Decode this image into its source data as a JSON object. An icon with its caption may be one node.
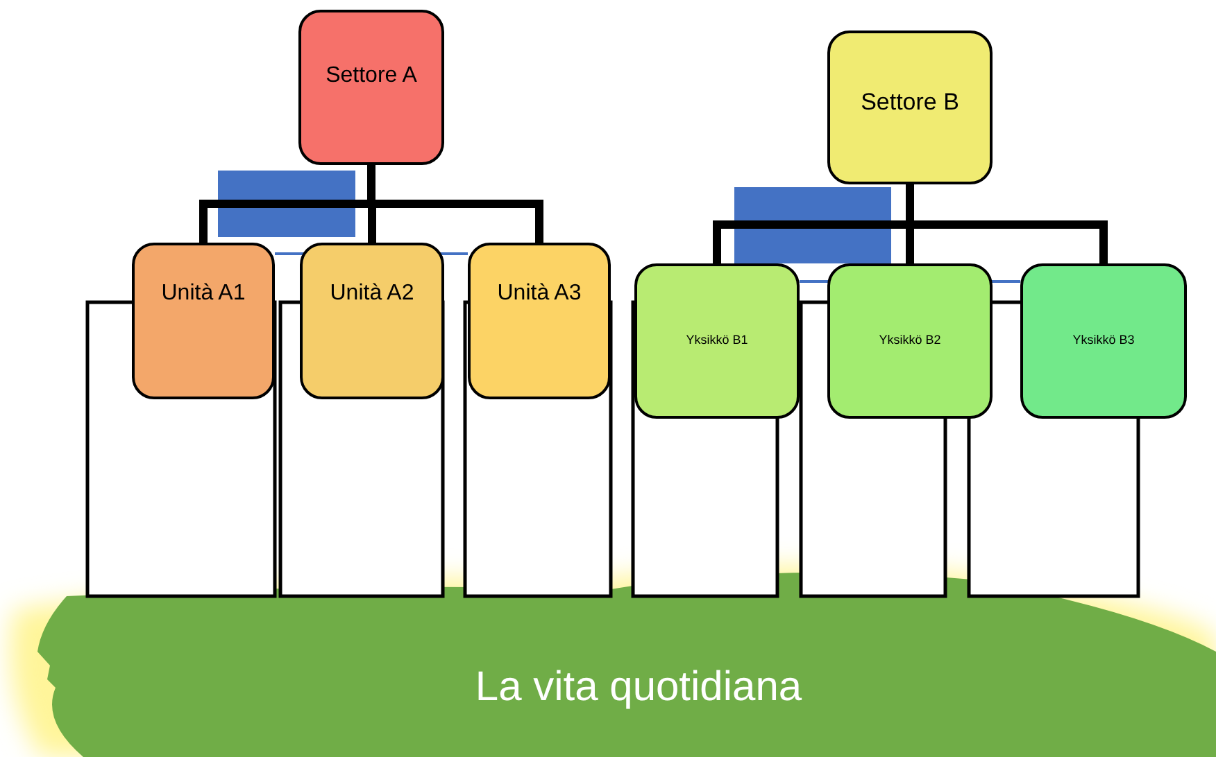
{
  "diagram": {
    "nodes": [
      {
        "text": [
          "Settore A"
        ]
      },
      {
        "text": [
          "Unità A1"
        ]
      },
      {
        "text": [
          "Unità A2"
        ]
      },
      {
        "text": [
          "Unità A3"
        ]
      },
      {
        "text": [
          "Settore B"
        ]
      },
      {
        "text": [
          "Yksikkö B1"
        ]
      },
      {
        "text": [
          "Yksikkö B2"
        ]
      },
      {
        "text": [
          "Yksikkö B3"
        ]
      },
      {
        "text": [
          "La vita quotidiana"
        ]
      }
    ],
    "edges": [
      {
        "from": 0,
        "to": 1,
        "arrow": "none"
      },
      {
        "from": 0,
        "to": 2,
        "arrow": "none"
      },
      {
        "from": 0,
        "to": 3,
        "arrow": "none"
      },
      {
        "from": 4,
        "to": 5,
        "arrow": "none"
      },
      {
        "from": 4,
        "to": 6,
        "arrow": "none"
      },
      {
        "from": 4,
        "to": 7,
        "arrow": "none"
      }
    ]
  }
}
